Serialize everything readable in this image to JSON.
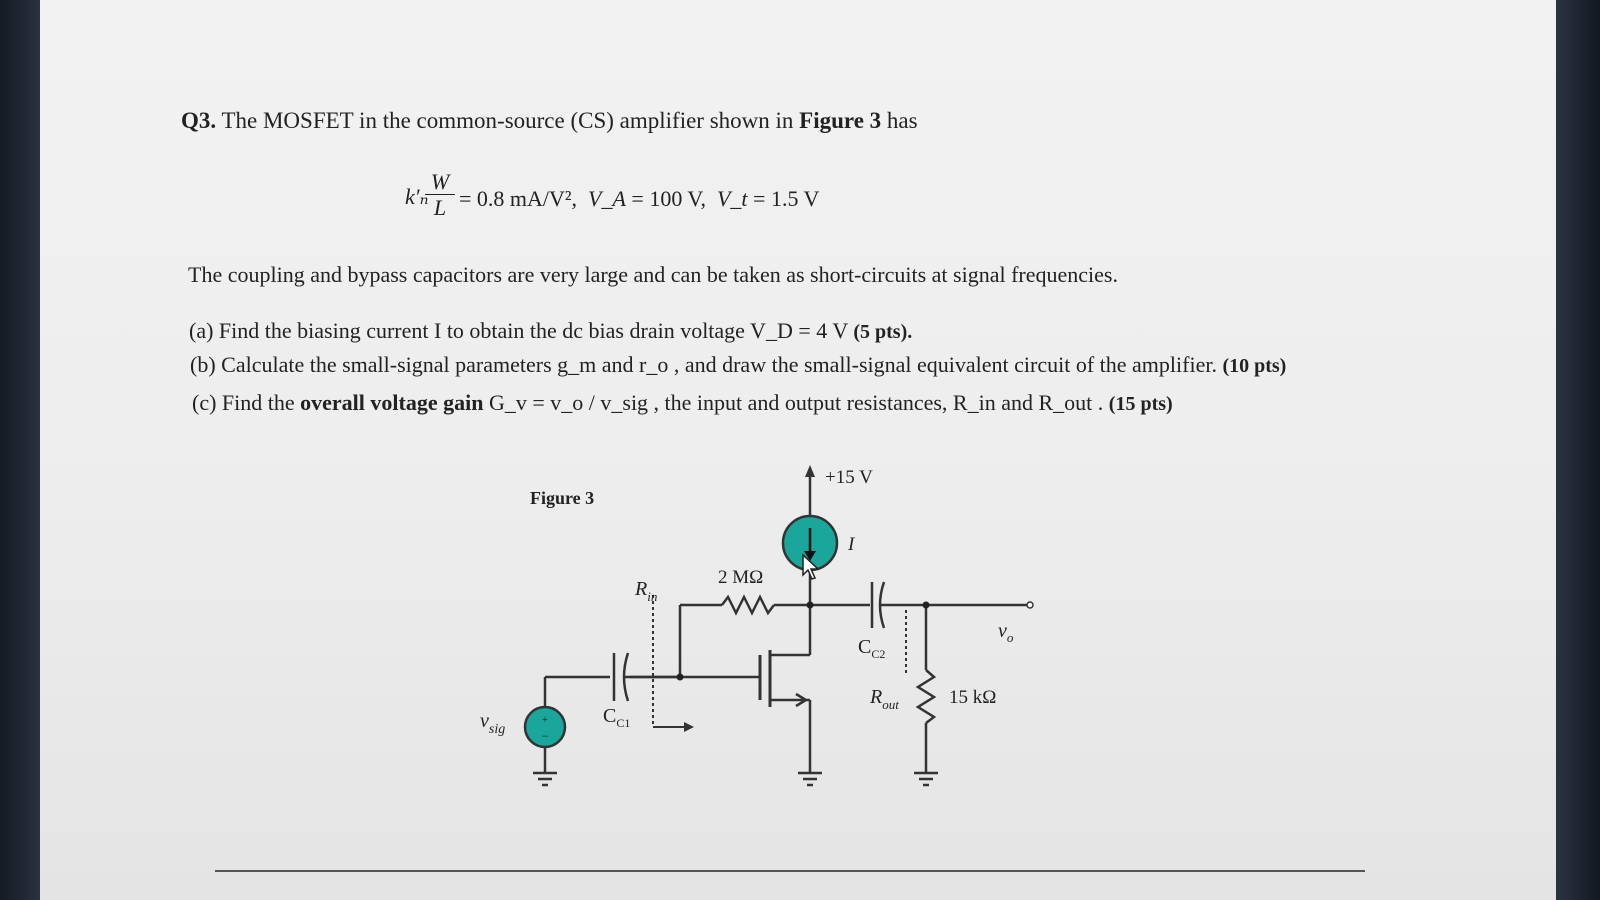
{
  "question": {
    "number": "Q3.",
    "intro": " The MOSFET in the common-source (CS) amplifier shown in ",
    "figure_ref": "Figure 3",
    "intro_end": " has"
  },
  "formula": {
    "k": "k′ₙ",
    "num": "W",
    "den": "L",
    "kn_value": "= 0.8  mA/V²",
    "va_label": "V_A",
    "va_value": "= 100 V",
    "vt_label": "V_t",
    "vt_value": "= 1.5 V"
  },
  "paragraph": "The coupling and bypass capacitors are very large and can be taken as short-circuits at signal frequencies.",
  "parts": {
    "a": {
      "text": "(a) Find the biasing current I to obtain the dc bias drain voltage V_D = 4 V",
      "pts": "(5 pts)."
    },
    "b": {
      "text": "(b) Calculate the small-signal parameters g_m and r_o , and draw the small-signal equivalent circuit of the amplifier.",
      "pts": "(10 pts)"
    },
    "c": {
      "text_prefix": "(c) Find the ",
      "bold": "overall voltage gain",
      "text_suffix": " G_v = v_o / v_sig , the input and output resistances, R_in and R_out .",
      "pts": "(15 pts)"
    }
  },
  "figure": {
    "label": "Figure 3",
    "supply": "+15 V",
    "current": "I",
    "r_feedback": "2 MΩ",
    "r_in": "R",
    "r_in_sub": "in",
    "r_out": "R",
    "r_out_sub": "out",
    "c1": "C",
    "c1_sub": "C1",
    "c2": "C",
    "c2_sub": "C2",
    "r_load": "15 kΩ",
    "vo": "v",
    "vo_sub": "o",
    "vsig": "v",
    "vsig_sub": "sig",
    "accent_color": "#1aa69a"
  }
}
